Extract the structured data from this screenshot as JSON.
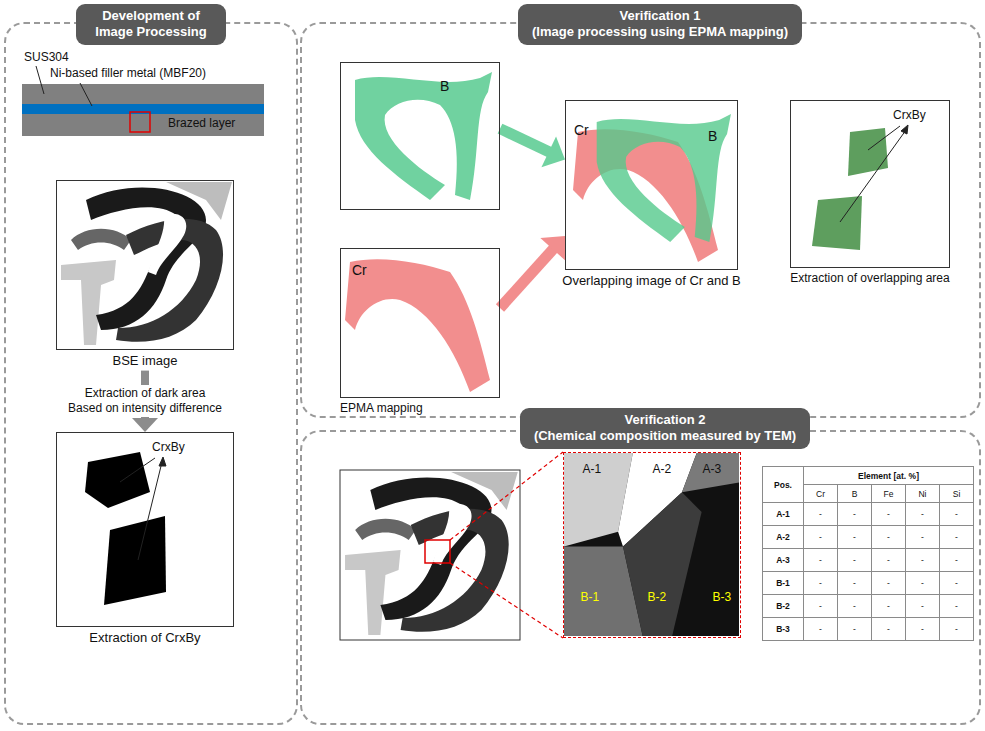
{
  "diagram": {
    "nodes": [
      {
        "text": [
          "Development of Image Processing"
        ]
      },
      {
        "text": [
          "Verification 1",
          "(Image processing using EPMA mapping)"
        ]
      },
      {
        "text": [
          "Verification 2",
          "(Chemical composition measured by TEM)"
        ]
      },
      {
        "text": [
          "Brazed layer"
        ],
        "in": 0
      },
      {
        "text": [
          "BSE image"
        ],
        "in": 0
      },
      {
        "text": [
          "CrxBy",
          "Extraction of CrxBy"
        ],
        "in": 0
      },
      {
        "text": [
          "B"
        ],
        "in": 1
      },
      {
        "text": [
          "Cr"
        ],
        "in": 1
      },
      {
        "text": [
          "Cr",
          "B",
          "Overlapping image of Cr and B"
        ],
        "in": 1
      },
      {
        "text": [
          "CrxBy",
          "Extraction of overlapping area"
        ],
        "in": 1
      },
      {
        "text": [
          "A-1",
          "A-2",
          "A-3",
          "B-1",
          "B-2",
          "B-3"
        ],
        "in": 2
      }
    ],
    "edges": [
      {
        "from": 4,
        "to": 5,
        "arrow": "to",
        "label": "Extraction of dark area Based on intensity difference"
      },
      {
        "from": 6,
        "to": 8,
        "arrow": "to"
      },
      {
        "from": 7,
        "to": 8,
        "arrow": "to"
      }
    ],
    "labels": [
      "SUS304",
      "Ni-based filler metal (MBF20)",
      "EPMA mapping",
      "Pos.",
      "Element [at. %]",
      "Cr",
      "B",
      "Fe",
      "Ni",
      "Si",
      "A-1",
      "-",
      "-",
      "-",
      "-",
      "-",
      "A-2",
      "-",
      "-",
      "-",
      "-",
      "-",
      "A-3",
      "-",
      "-",
      "-",
      "-",
      "-",
      "B-1",
      "-",
      "-",
      "-",
      "-",
      "-",
      "B-2",
      "-",
      "-",
      "-",
      "-",
      "-",
      "B-3",
      "-",
      "-",
      "-",
      "-",
      "-"
    ]
  }
}
